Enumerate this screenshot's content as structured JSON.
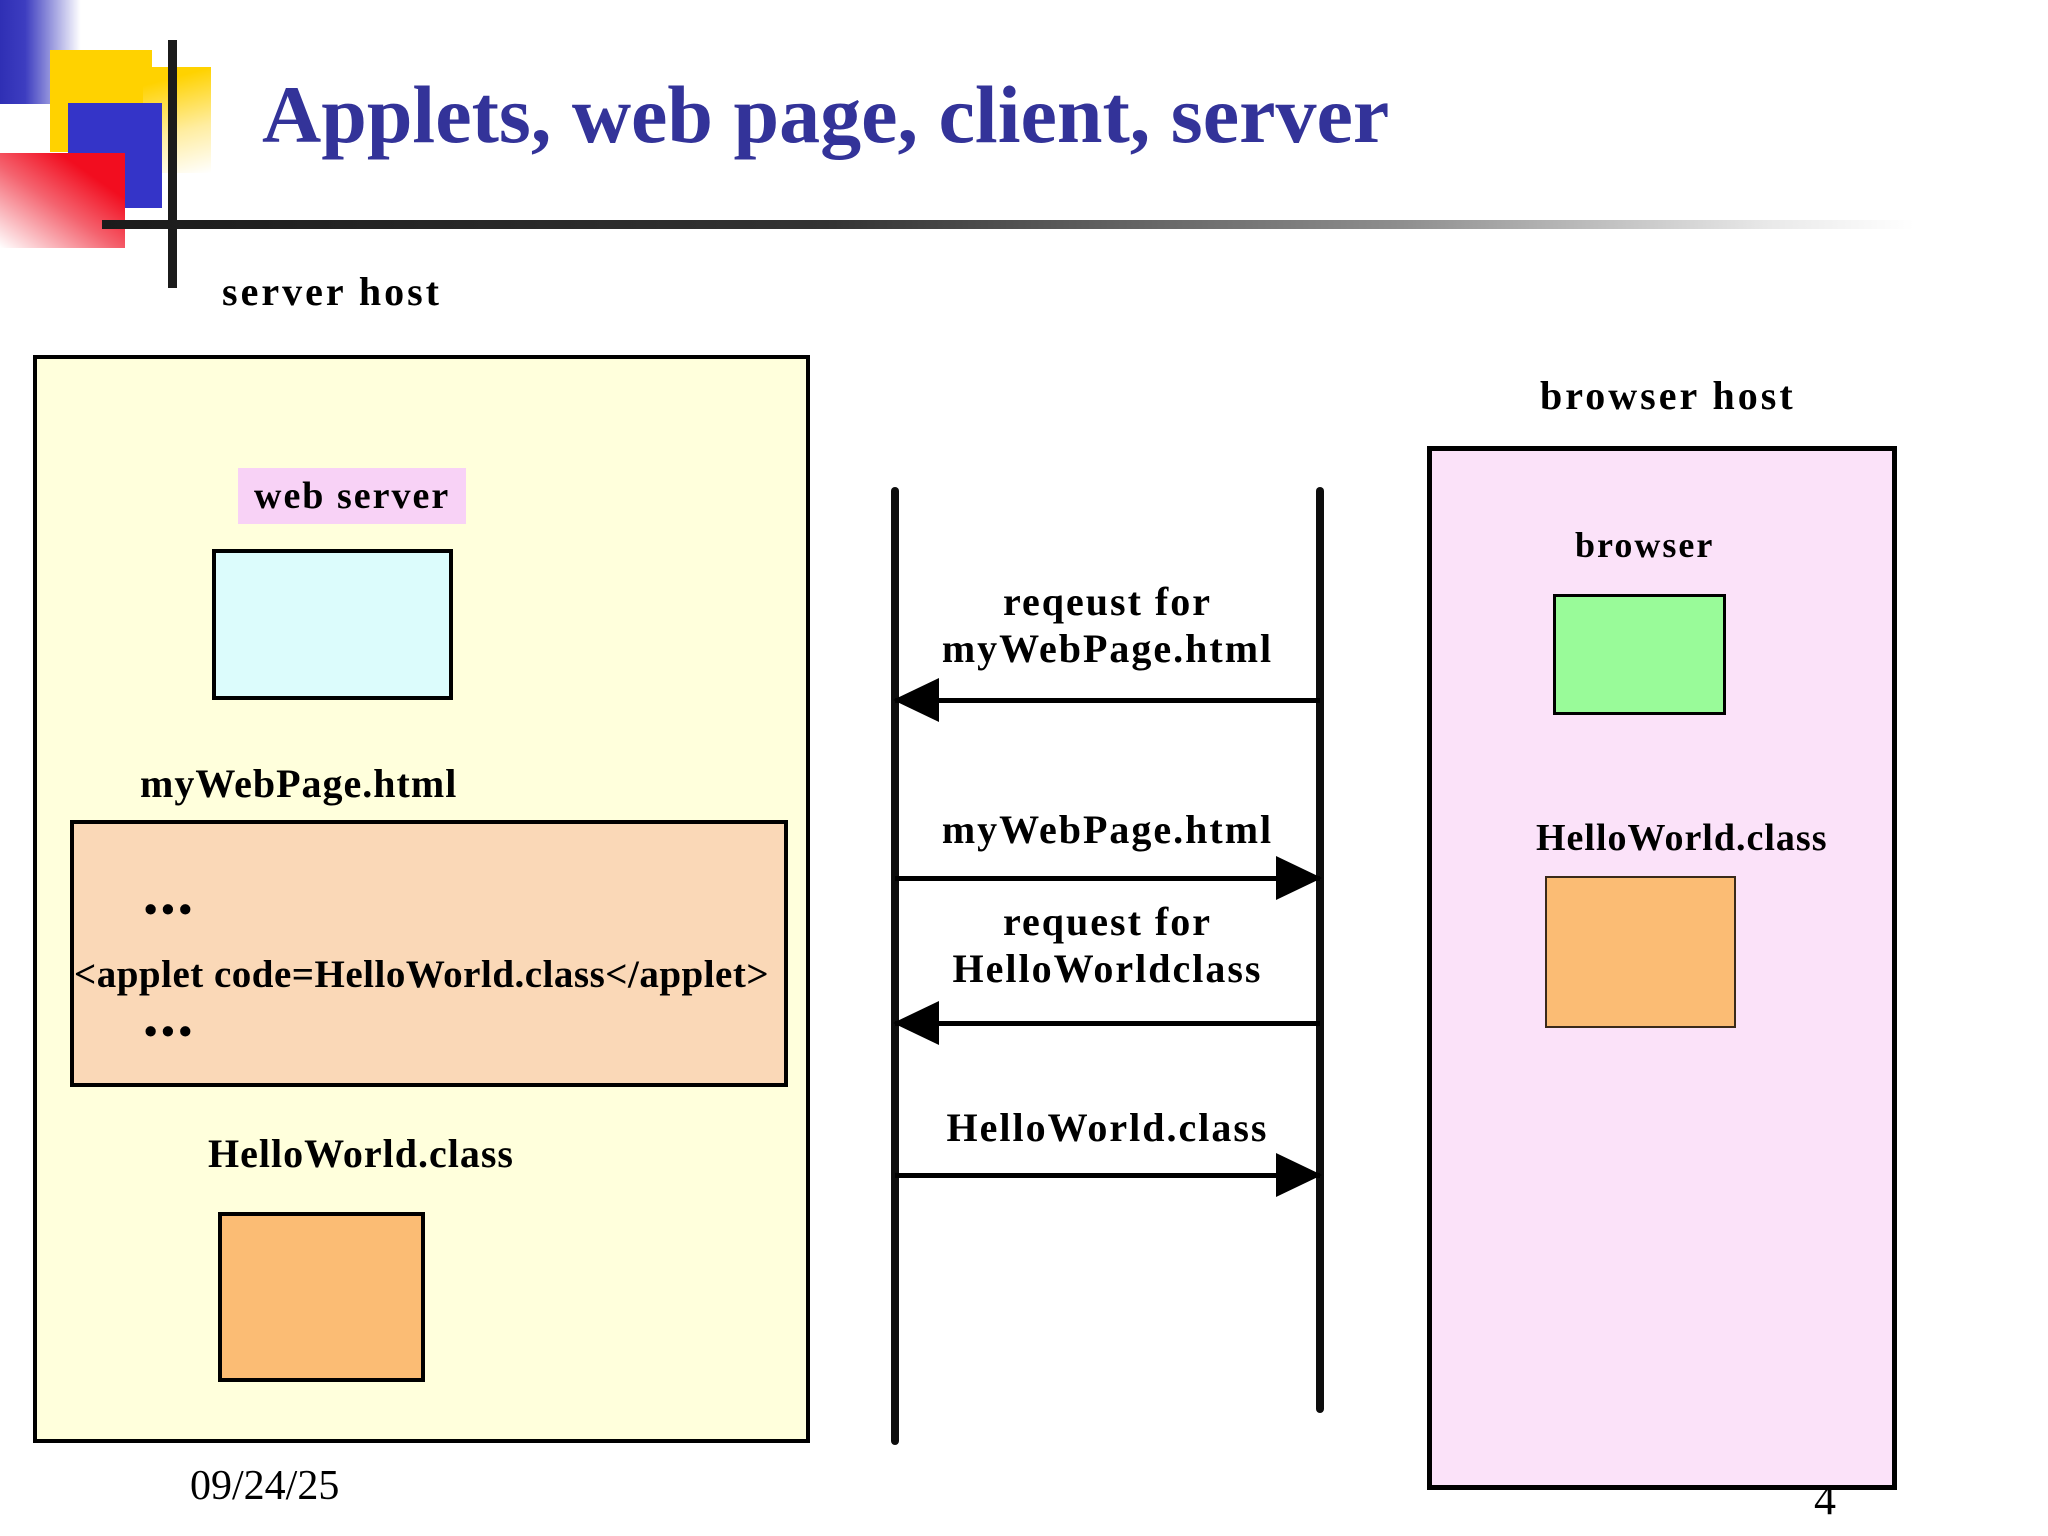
{
  "slide": {
    "title": "Applets, web page, client, server",
    "date": "09/24/25",
    "page_number": "4"
  },
  "server_host": {
    "label": "server host",
    "web_server_label": "web server",
    "webpage_label": "myWebPage.html",
    "webpage_dots_top": "•••",
    "webpage_code": "<applet code=HelloWorld.class</applet>",
    "webpage_dots_bottom": "•••",
    "class_label": "HelloWorld.class"
  },
  "messages": {
    "request_page": {
      "line1": "reqeust for",
      "line2": "myWebPage.html",
      "direction": "left"
    },
    "page_response": {
      "line1": "myWebPage.html",
      "direction": "right"
    },
    "request_class": {
      "line1": "request for",
      "line2": "HelloWorldclass",
      "direction": "left"
    },
    "class_response": {
      "line1": "HelloWorld.class",
      "direction": "right"
    }
  },
  "browser_host": {
    "label": "browser host",
    "browser_label": "browser",
    "class_label": "HelloWorld.class"
  },
  "colors": {
    "title_text": "#333399",
    "server_host_bg": "#ffffdc",
    "web_server_box": "#dcfcfc",
    "webpage_box": "#fad8b7",
    "class_box": "#fbbc74",
    "web_server_label_highlight": "#f8d2f6",
    "browser_host_bg": "#fbe2f9",
    "browser_box": "#99fb99",
    "decoration_blue": "#3434c8",
    "decoration_yellow": "#ffd200",
    "decoration_red": "#f20d1f"
  }
}
